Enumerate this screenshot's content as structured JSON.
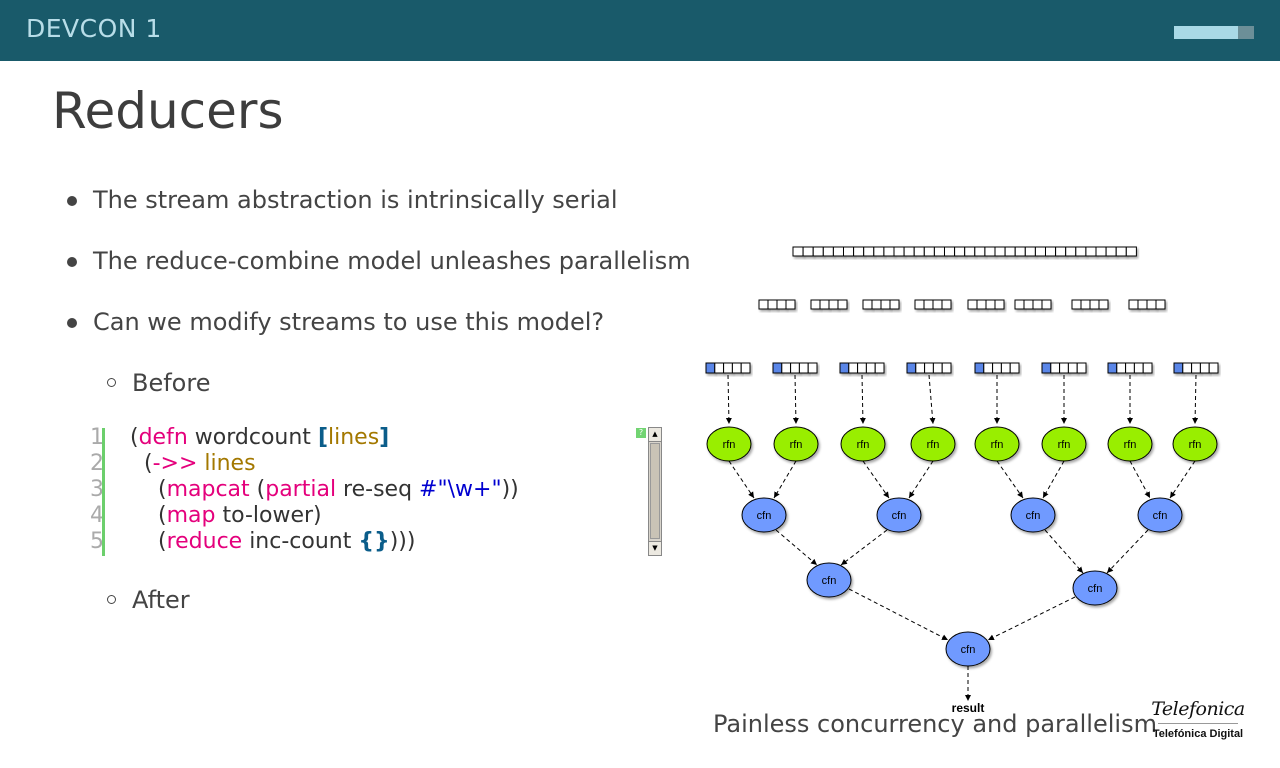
{
  "header": {
    "brand": "DEVCON 1",
    "progress": 0.8
  },
  "slide": {
    "title": "Reducers",
    "bullets": [
      "The stream abstraction is intrinsically serial",
      "The reduce-combine model unleashes parallelism",
      "Can we modify streams to use this model?"
    ],
    "sub_bullets": [
      "Before",
      "After"
    ]
  },
  "code": {
    "line_numbers": [
      "1",
      "2",
      "3",
      "4",
      "5"
    ],
    "lines": [
      [
        [
          "(",
          "p"
        ],
        [
          "defn",
          "kw"
        ],
        [
          " wordcount ",
          "p"
        ],
        [
          "[",
          "br"
        ],
        [
          "lines",
          "arg"
        ],
        [
          "]",
          "br"
        ]
      ],
      [
        [
          "  (",
          "p"
        ],
        [
          "->>",
          "kw"
        ],
        [
          " ",
          "p"
        ],
        [
          "lines",
          "arg"
        ]
      ],
      [
        [
          "    (",
          "p"
        ],
        [
          "mapcat",
          "kw"
        ],
        [
          " (",
          "p"
        ],
        [
          "partial",
          "kw"
        ],
        [
          " re-seq ",
          "p"
        ],
        [
          "#\"\\w+\"",
          "str"
        ],
        [
          "))",
          "p"
        ]
      ],
      [
        [
          "    (",
          "p"
        ],
        [
          "map",
          "kw"
        ],
        [
          " to-lower)",
          "p"
        ]
      ],
      [
        [
          "    (",
          "p"
        ],
        [
          "reduce",
          "kw"
        ],
        [
          " inc-count ",
          "p"
        ],
        [
          "{}",
          "br"
        ],
        [
          ")))",
          "p"
        ]
      ]
    ],
    "help_icon": "?"
  },
  "diagram": {
    "rfn_label": "rfn",
    "cfn_label": "cfn",
    "result_label": "result",
    "top_cells": 34,
    "chunks": 8,
    "chunk_cells": 4,
    "rfn_color": "#99ee00",
    "cfn_color": "#6f9aff",
    "highlight_cell": "#5a86e8"
  },
  "caption": "Painless concurrency and parallelism",
  "logo": {
    "script": "Telefonica",
    "text": "Telefónica Digital"
  }
}
